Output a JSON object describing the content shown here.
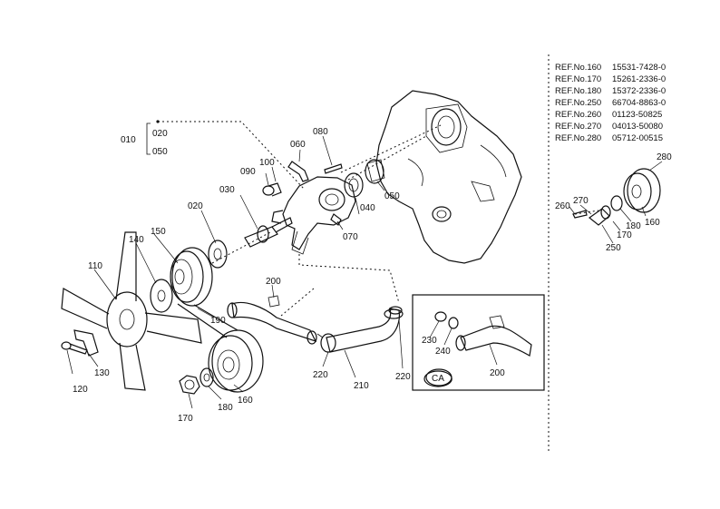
{
  "group_label": "010",
  "group_children": [
    "020",
    "050"
  ],
  "ref_list": [
    {
      "ref": "REF.No.160",
      "part": "15531-7428-0"
    },
    {
      "ref": "REF.No.170",
      "part": "15261-2336-0"
    },
    {
      "ref": "REF.No.180",
      "part": "15372-2336-0"
    },
    {
      "ref": "REF.No.250",
      "part": "66704-8863-0"
    },
    {
      "ref": "REF.No.260",
      "part": "01123-50825"
    },
    {
      "ref": "REF.No.270",
      "part": "04013-50080"
    },
    {
      "ref": "REF.No.280",
      "part": "05712-00515"
    }
  ],
  "callouts": {
    "c030": "030",
    "c020": "020",
    "c040": "040",
    "c050": "050",
    "c060": "060",
    "c070": "070",
    "c080": "080",
    "c090": "090",
    "c100": "100",
    "c110": "110",
    "c120": "120",
    "c130": "130",
    "c140": "140",
    "c150": "150",
    "c160": "160",
    "c170": "170",
    "c180": "180",
    "c190": "190",
    "c200": "200",
    "c210": "210",
    "c220a": "220",
    "c220b": "220",
    "c230": "230",
    "c240": "240",
    "c200b": "200",
    "c280": "280",
    "c260": "260",
    "c270": "270",
    "c170b": "170",
    "c180b": "180",
    "c160b": "160",
    "c250": "250"
  },
  "variant_badge": "CA"
}
